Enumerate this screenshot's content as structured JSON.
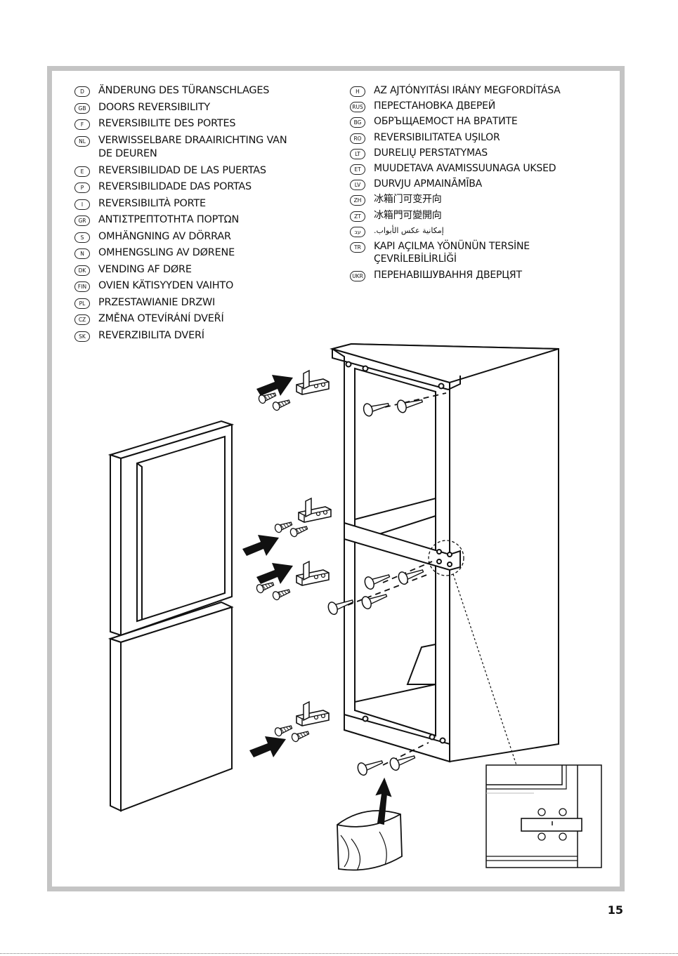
{
  "languages_left": [
    {
      "code": "D",
      "text": "ÄNDERUNG DES TÜRANSCHLAGES"
    },
    {
      "code": "GB",
      "text": "DOORS REVERSIBILITY"
    },
    {
      "code": "F",
      "text": "REVERSIBILITE DES PORTES"
    },
    {
      "code": "NL",
      "text": "VERWISSELBARE DRAAIRICHTING VAN DE DEUREN"
    },
    {
      "code": "E",
      "text": "REVERSIBILIDAD DE LAS PUERTAS"
    },
    {
      "code": "P",
      "text": "REVERSIBILIDADE DAS PORTAS"
    },
    {
      "code": "I",
      "text": "REVERSIBILITÀ PORTE"
    },
    {
      "code": "GR",
      "text": "ΑΝΤΙΣΤΡΕΠΤΟΤΗΤΑ ΠΟΡΤΩΝ"
    },
    {
      "code": "S",
      "text": "OMHÄNGNING AV DÖRRAR"
    },
    {
      "code": "N",
      "text": "OMHENGSLING AV DØRENE"
    },
    {
      "code": "DK",
      "text": "VENDING AF DØRE"
    },
    {
      "code": "FIN",
      "text": "OVIEN KÄTISYYDEN VAIHTO"
    },
    {
      "code": "PL",
      "text": "PRZESTAWIANIE DRZWI"
    },
    {
      "code": "CZ",
      "text": "ZMĚNA OTEVÍRÁNÍ DVEŘÍ"
    },
    {
      "code": "SK",
      "text": "REVERZIBILITA DVERÍ"
    }
  ],
  "languages_right": [
    {
      "code": "H",
      "text": "AZ AJTÓNYITÁSI IRÁNY MEGFORDÍTÁSA"
    },
    {
      "code": "RUS",
      "text": "ПЕРЕСТАНОВКА ДВЕРЕЙ"
    },
    {
      "code": "BG",
      "text": "ОБРЪЩАЕМОСТ НА ВРАТИТЕ"
    },
    {
      "code": "RO",
      "text": "REVERSIBILITATEA UŞILOR"
    },
    {
      "code": "LT",
      "text": "DURELIŲ PERSTATYMAS"
    },
    {
      "code": "ET",
      "text": "MUUDETAVA AVAMISSUUNAGA UKSED"
    },
    {
      "code": "LV",
      "text": "DURVJU APMAINĀMĪBA"
    },
    {
      "code": "ZH",
      "text": "冰箱门可变开向"
    },
    {
      "code": "ZT",
      "text": "冰箱門可變開向"
    },
    {
      "code": "עב",
      "text": "إمكانية عكس الأبواب."
    },
    {
      "code": "TR",
      "text": "KAPI AÇILMA YÖNÜNÜN TERSİNE ÇEVRİLEBİLİRLİĞİ"
    },
    {
      "code": "UKR",
      "text": "ПЕРЕНАВІШУВАННЯ ДВЕРЦЯТ"
    }
  ],
  "page_number": "15"
}
